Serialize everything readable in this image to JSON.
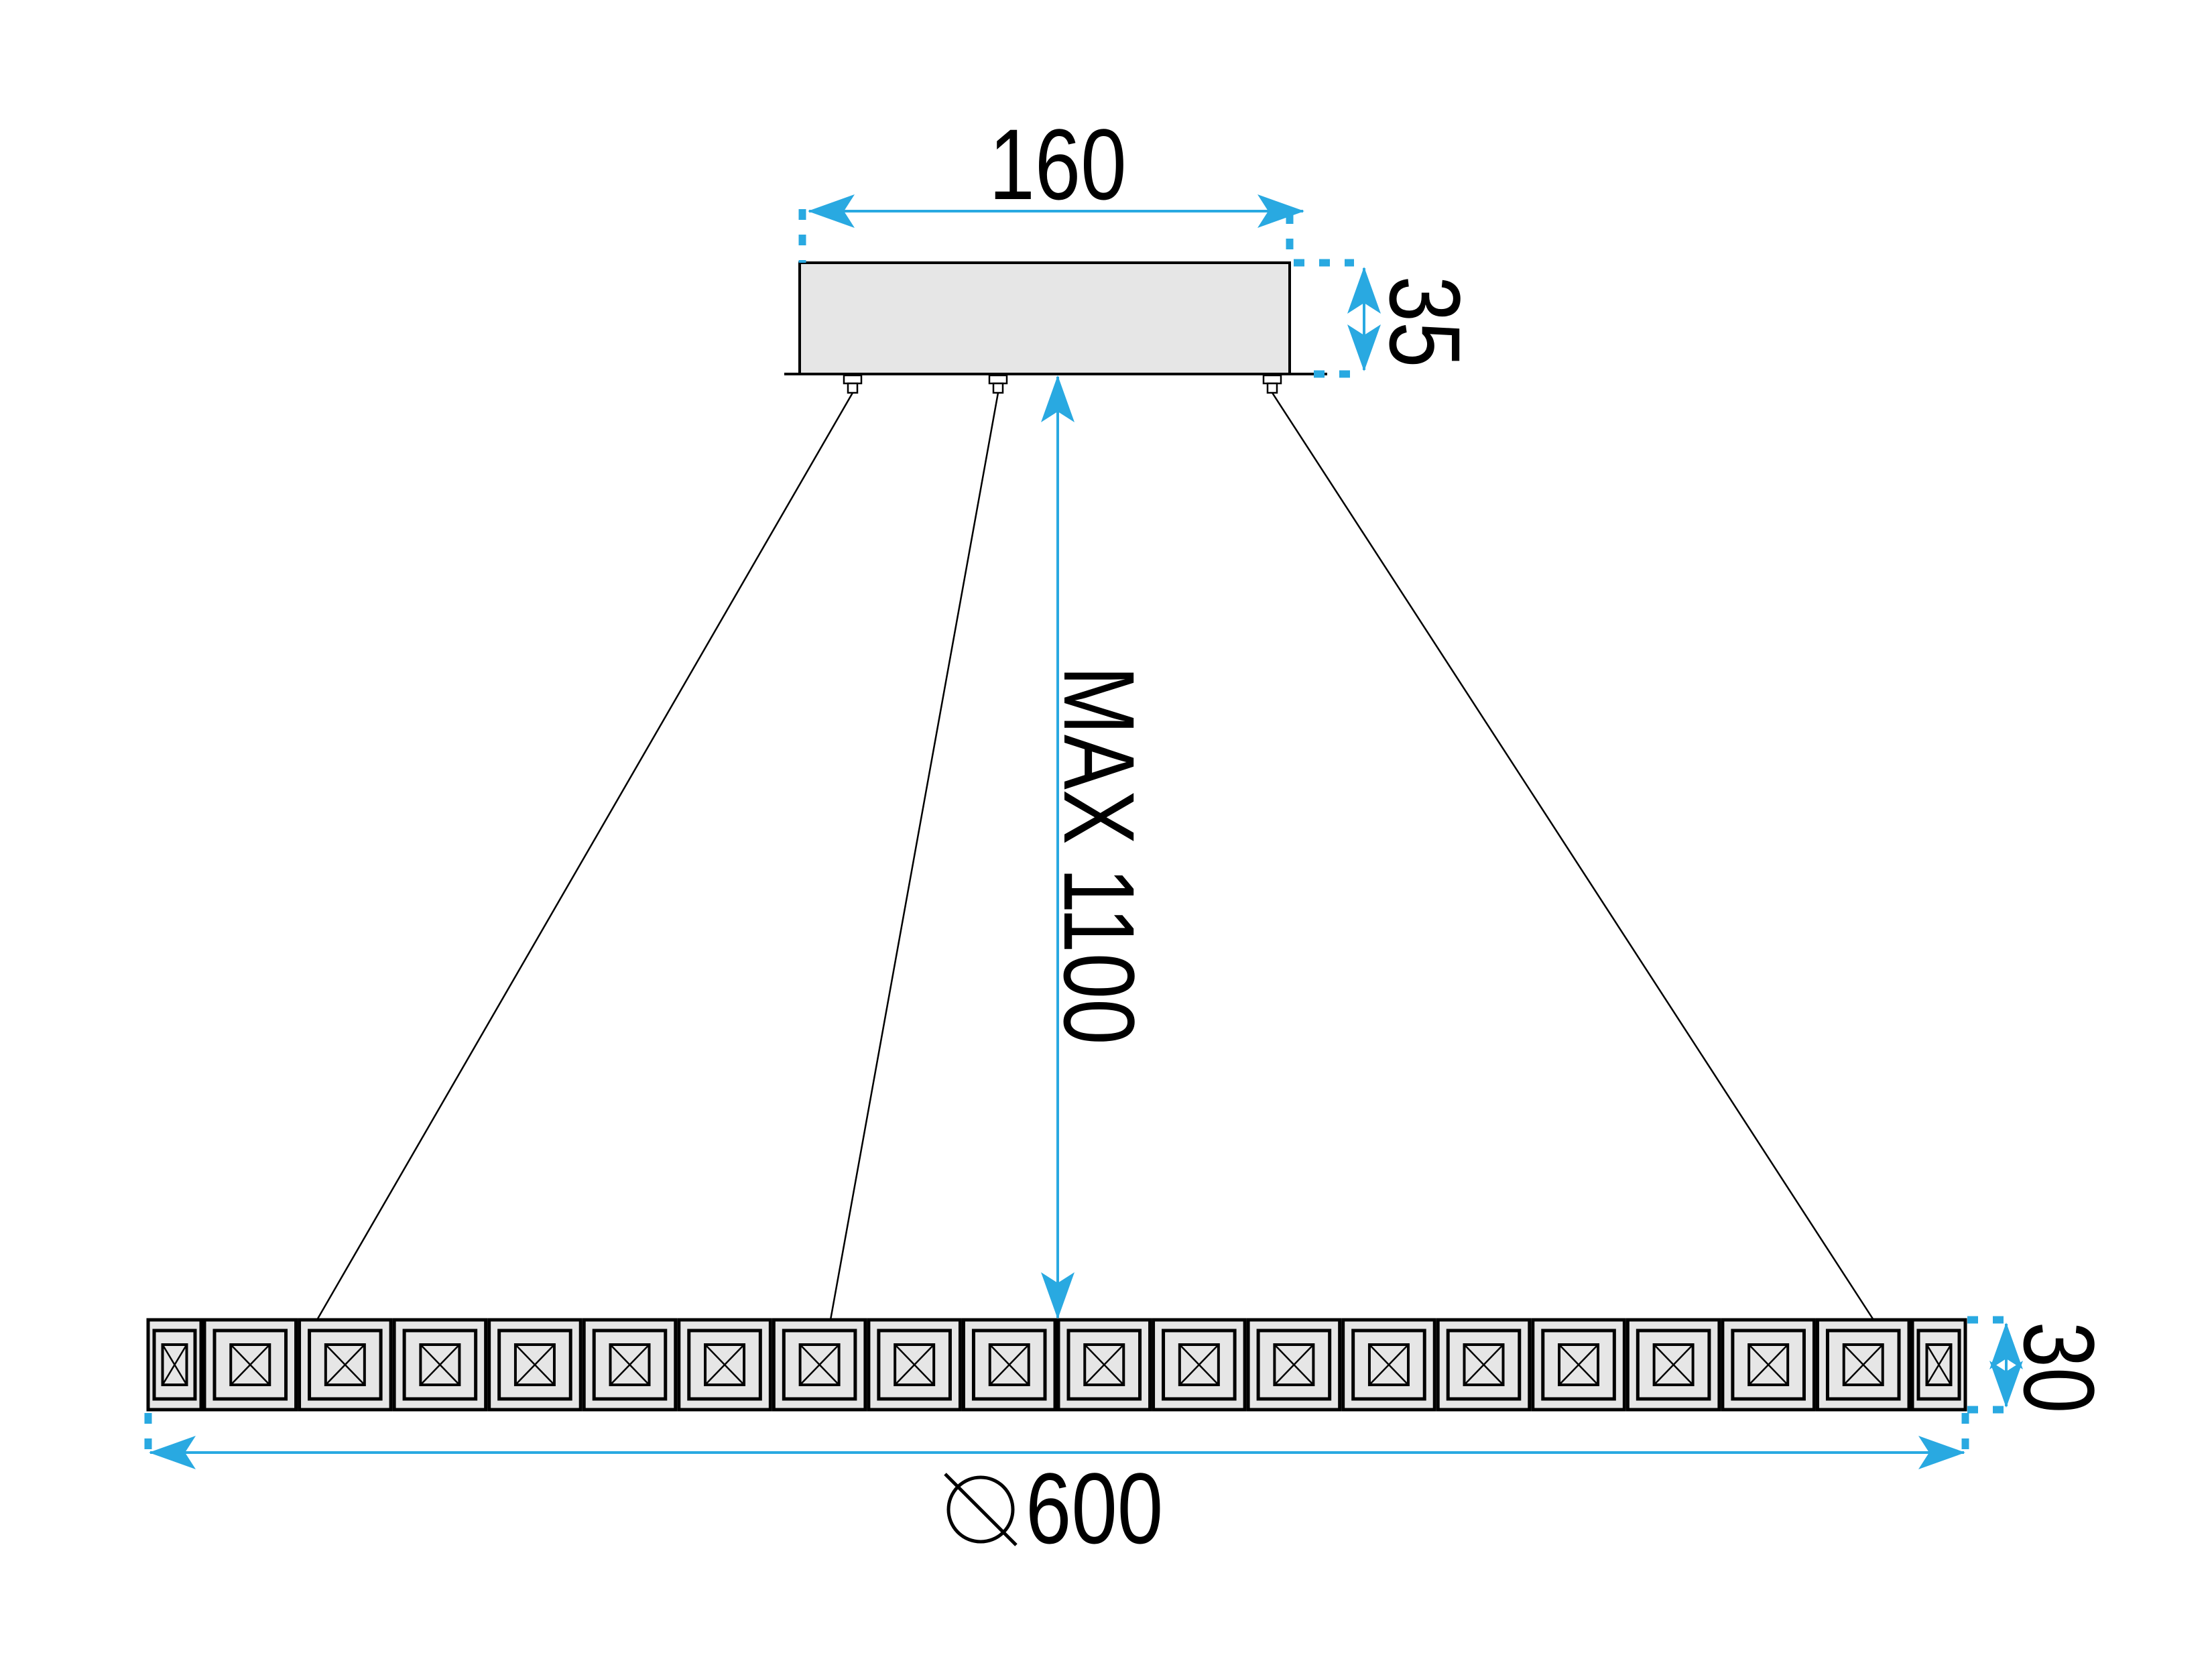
{
  "title": "Pendant lamp dimension drawing",
  "dimensions": {
    "canopy_width": "160",
    "canopy_height": "35",
    "max_suspension": "MAX 1100",
    "ring_diameter": "600",
    "ring_height": "30"
  },
  "icons": {
    "diameter": "diameter-symbol-icon"
  },
  "ring": {
    "bead_count": 20
  },
  "colors": {
    "dimension_blue": "#29a9e1",
    "body_fill": "#e6e6e6",
    "outline": "#000000"
  }
}
